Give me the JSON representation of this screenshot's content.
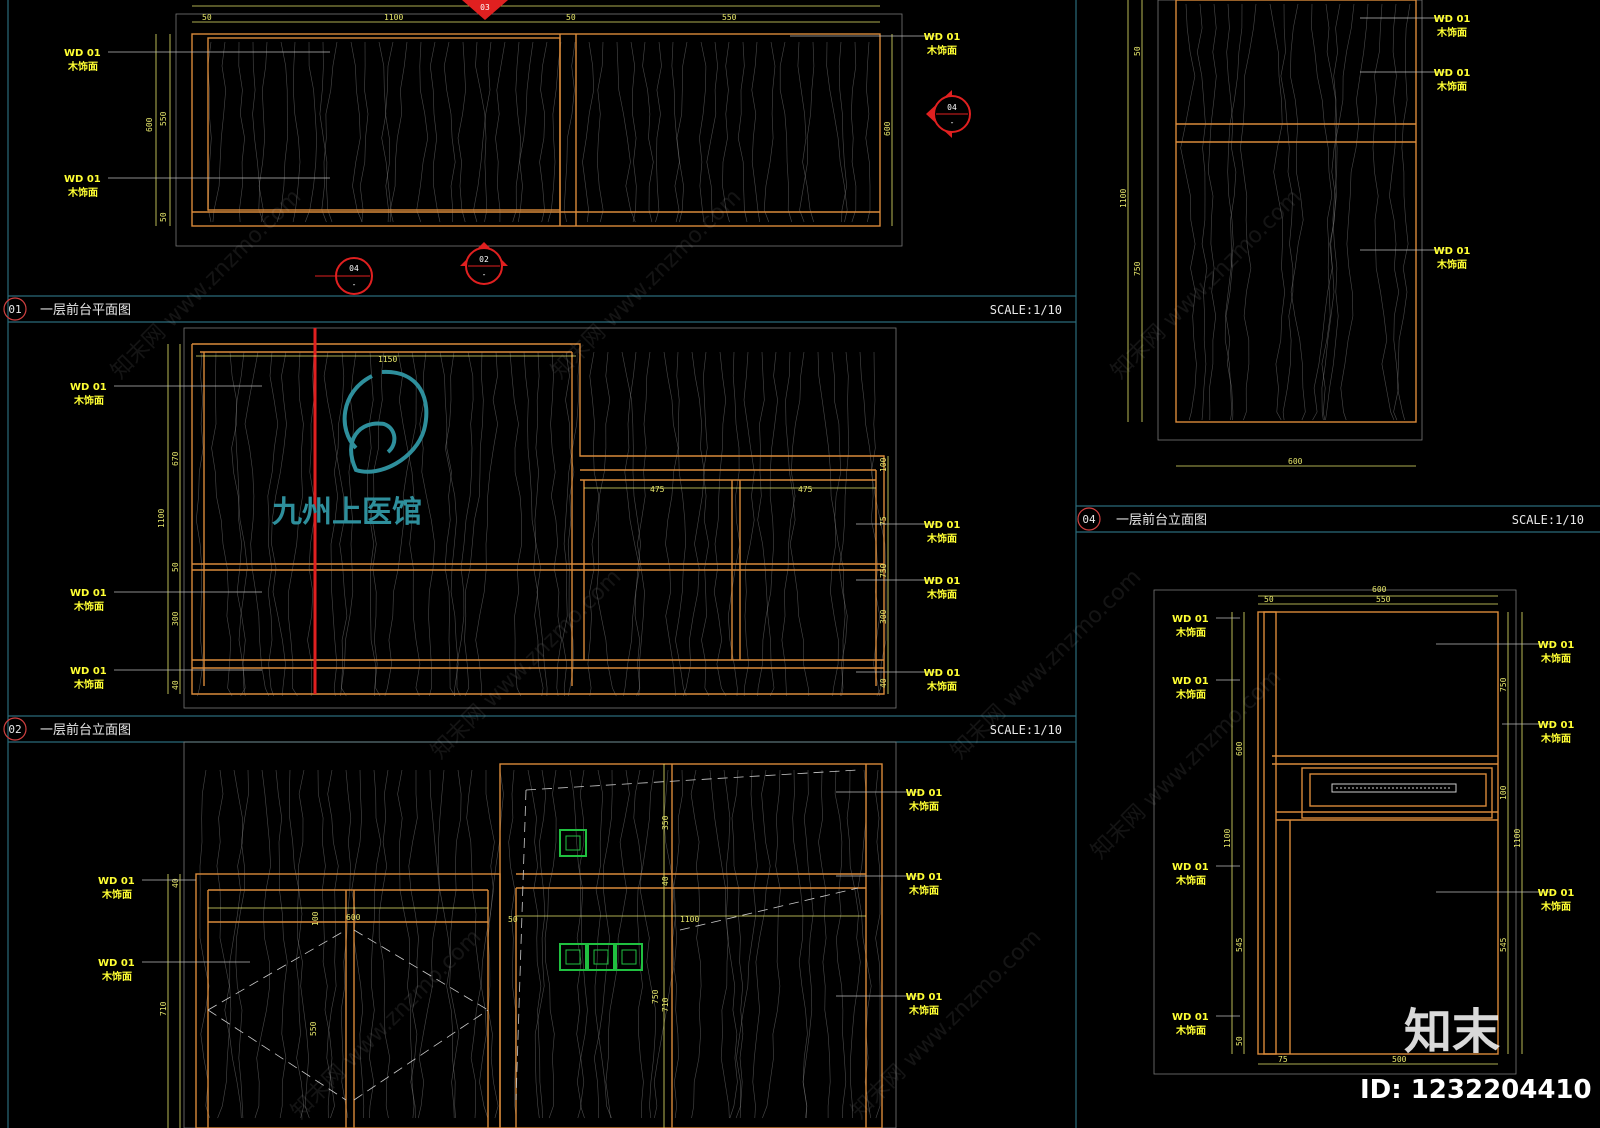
{
  "colors": {
    "background": "#000000",
    "frame_line": "#2a6a7a",
    "cabinet_line": "#d98a3a",
    "grain_line": "#8a8a8a",
    "dimension": "#e6e66a",
    "tag_text": "#ffff33",
    "callout_red": "#e02020",
    "socket_green": "#20c040",
    "logo_teal": "#2e8f9c"
  },
  "views": [
    {
      "badge": "01",
      "title": "一层前台平面图",
      "scale": "SCALE:1/10"
    },
    {
      "badge": "02",
      "title": "一层前台立面图",
      "scale": "SCALE:1/10"
    },
    {
      "badge": "04",
      "title": "一层前台立面图",
      "scale": "SCALE:1/10"
    }
  ],
  "material_tag": {
    "code": "WD 01",
    "name": "木饰面"
  },
  "logo": {
    "text": "九州上医馆"
  },
  "callouts": [
    {
      "top": "04",
      "bottom": "-"
    },
    {
      "top": "02",
      "bottom": "-"
    },
    {
      "top": "04",
      "bottom": "-"
    },
    {
      "top": "03",
      "bottom": "-"
    }
  ],
  "dimensions": {
    "plan_top": [
      "50",
      "1100",
      "50",
      "550"
    ],
    "plan_side": [
      "600",
      "550",
      "50"
    ],
    "plan_right": [
      "600"
    ],
    "elev02_top": [
      "1150"
    ],
    "elev02_side": [
      "1100",
      "670",
      "50",
      "300",
      "40"
    ],
    "elev02_mid": [
      "475",
      "475"
    ],
    "elev02_right": [
      "100",
      "75",
      "750",
      "300",
      "40"
    ],
    "side_top_left": [
      "50"
    ],
    "side_left": [
      "1100",
      "750"
    ],
    "side_bottom": [
      "600"
    ],
    "elev04_top": [
      "600",
      "550",
      "50"
    ],
    "elev04_left": [
      "600",
      "1100",
      "545",
      "50"
    ],
    "elev04_right": [
      "750",
      "100",
      "1100",
      "545"
    ],
    "elev04_bottom": [
      "75",
      "500"
    ],
    "lower_top": [
      "1100",
      "350",
      "40",
      "50"
    ],
    "lower_side": [
      "710",
      "550",
      "40",
      "100",
      "600"
    ],
    "lower_mid": [
      "750",
      "710"
    ]
  },
  "watermark": {
    "text": "知末网 www.znzmo.com"
  },
  "brand": {
    "logo": "知末",
    "id": "ID: 1232204410"
  }
}
